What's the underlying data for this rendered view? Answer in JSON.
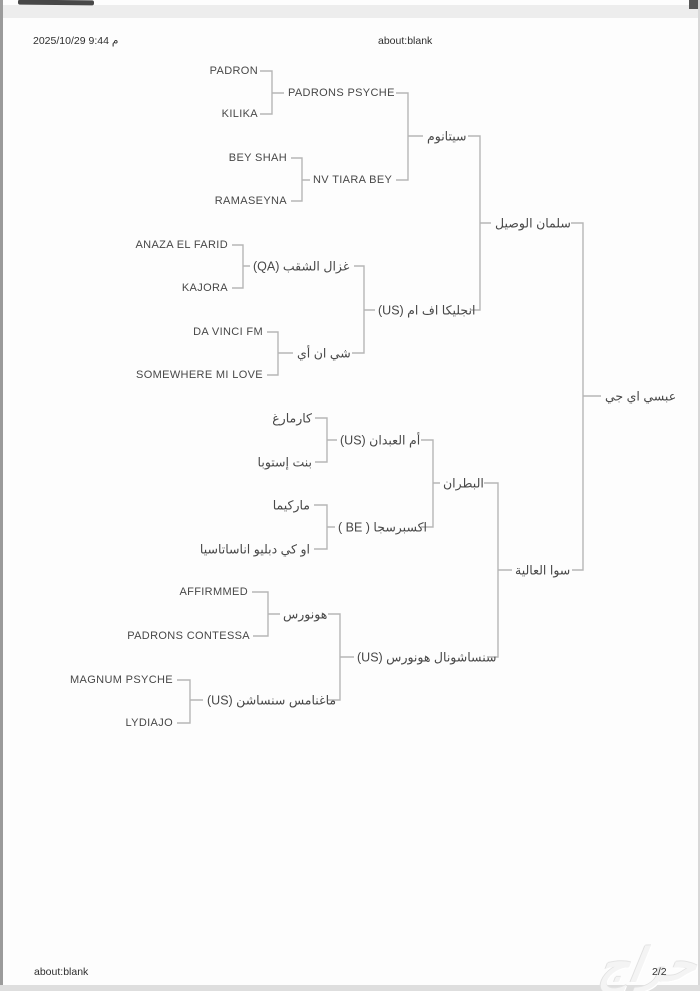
{
  "header": {
    "time": "م 9:44 2025/10/29",
    "url": "about:blank"
  },
  "footer": {
    "url": "about:blank",
    "page": "2/2",
    "watermark": "حراج"
  },
  "tree": {
    "type": "pedigree-tree",
    "direction": "left-to-right",
    "line_color": "#b6b6b6",
    "text_color": "#474747",
    "nodes": [
      {
        "id": "padron",
        "label": "PADRON",
        "gen": 4
      },
      {
        "id": "padrons-psyche",
        "label": "PADRONS PSYCHE",
        "gen": 3,
        "parents": [
          "padron",
          "kilika"
        ]
      },
      {
        "id": "kilika",
        "label": "KILIKA",
        "gen": 4
      },
      {
        "id": "sitanom",
        "label": "سيتانوم",
        "gen": 2,
        "parents": [
          "padrons-psyche",
          "nv-tiara-bey"
        ]
      },
      {
        "id": "bey-shah",
        "label": "BEY SHAH",
        "gen": 4
      },
      {
        "id": "nv-tiara-bey",
        "label": "NV TIARA BEY",
        "gen": 3,
        "parents": [
          "bey-shah",
          "ramaseyna"
        ]
      },
      {
        "id": "ramaseyna",
        "label": "RAMASEYNA",
        "gen": 4
      },
      {
        "id": "salman-alwasil",
        "label": "سلمان الوصيل",
        "gen": 1,
        "parents": [
          "sitanom",
          "anjelica-f-m"
        ]
      },
      {
        "id": "anaza-el-farid",
        "label": "ANAZA EL FARID",
        "gen": 4
      },
      {
        "id": "ghazal-alshaqab",
        "label": "غزال الشقب (QA)",
        "gen": 3,
        "parents": [
          "anaza-el-farid",
          "kajora"
        ]
      },
      {
        "id": "kajora",
        "label": "KAJORA",
        "gen": 4
      },
      {
        "id": "anjelica-f-m",
        "label": "انجليكا اف ام (US)",
        "gen": 2,
        "parents": [
          "ghazal-alshaqab",
          "shi-an-ay"
        ]
      },
      {
        "id": "da-vinci-fm",
        "label": "DA VINCI FM",
        "gen": 4
      },
      {
        "id": "shi-an-ay",
        "label": "شي ان أي",
        "gen": 3,
        "parents": [
          "da-vinci-fm",
          "somewhere-mi-love"
        ]
      },
      {
        "id": "somewhere-mi-love",
        "label": "SOMEWHERE MI LOVE",
        "gen": 4
      },
      {
        "id": "absi-aj",
        "label": "عبسي اي جي",
        "gen": 0,
        "parents": [
          "salman-alwasil",
          "sawa-alalia"
        ]
      },
      {
        "id": "karmargh",
        "label": "كارمارغ",
        "gen": 4
      },
      {
        "id": "um-alabdan",
        "label": "أم العبدان (US)",
        "gen": 3,
        "parents": [
          "karmargh",
          "bint-istoba"
        ]
      },
      {
        "id": "bint-istoba",
        "label": "بنت إستوبا",
        "gen": 4
      },
      {
        "id": "albatran",
        "label": "البطران",
        "gen": 2,
        "parents": [
          "um-alabdan",
          "expressja"
        ]
      },
      {
        "id": "markima",
        "label": "ماركيما",
        "gen": 4
      },
      {
        "id": "expressja",
        "label": "اكسبرسجا ( BE )",
        "gen": 3,
        "parents": [
          "markima",
          "ok-w-anastasia"
        ]
      },
      {
        "id": "ok-w-anastasia",
        "label": "او كي دبليو اناساتاسيا",
        "gen": 4
      },
      {
        "id": "sawa-alalia",
        "label": "سوا العالية",
        "gen": 1,
        "parents": [
          "albatran",
          "sensational-honors"
        ]
      },
      {
        "id": "affirmmed",
        "label": "AFFIRMMED",
        "gen": 4
      },
      {
        "id": "honors",
        "label": "هونورس",
        "gen": 3,
        "parents": [
          "affirmmed",
          "padrons-contessa"
        ]
      },
      {
        "id": "padrons-contessa",
        "label": "PADRONS CONTESSA",
        "gen": 4
      },
      {
        "id": "sensational-honors",
        "label": "سنساشونال هونورس (US)",
        "gen": 2,
        "parents": [
          "honors",
          "magnams-sensation"
        ]
      },
      {
        "id": "magnum-psyche",
        "label": "MAGNUM PSYCHE",
        "gen": 4
      },
      {
        "id": "magnams-sensation",
        "label": "ماغنامس سنساشن (US)",
        "gen": 3,
        "parents": [
          "magnum-psyche",
          "lydiajo"
        ]
      },
      {
        "id": "lydiajo",
        "label": "LYDIAJO",
        "gen": 4
      }
    ]
  }
}
